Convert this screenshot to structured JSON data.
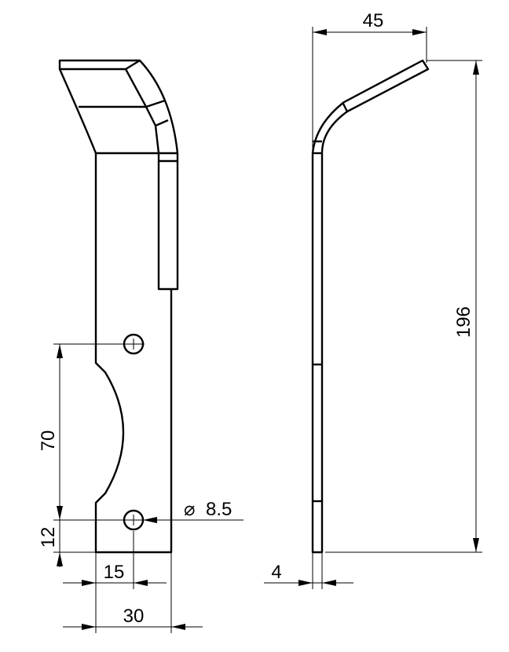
{
  "dimensions": {
    "width_top": "45",
    "height_total": "196",
    "hole_spacing": "70",
    "hole_edge": "12",
    "hole_offset": "15",
    "width_base": "30",
    "thickness": "4",
    "hole_diameter": "8.5",
    "diameter_symbol": "⌀"
  }
}
